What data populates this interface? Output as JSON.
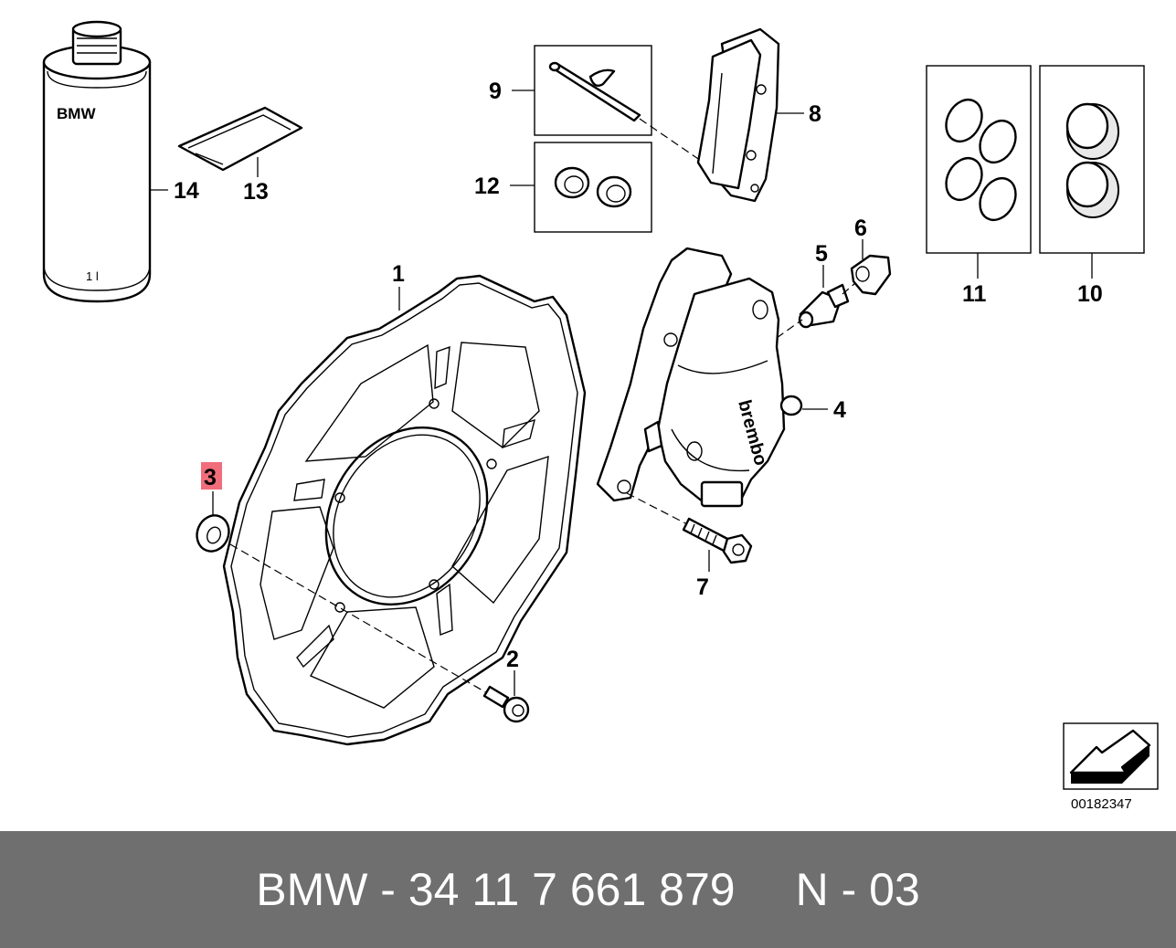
{
  "diagram": {
    "callouts": {
      "c1": "1",
      "c2": "2",
      "c3": "3",
      "c4": "4",
      "c5": "5",
      "c6": "6",
      "c7": "7",
      "c8": "8",
      "c9": "9",
      "c10": "10",
      "c11": "11",
      "c12": "12",
      "c13": "13",
      "c14": "14"
    },
    "highlighted_callout": "3",
    "highlight_color": "#ef5d6d",
    "can_brand": "BMW",
    "can_volume": "1 l",
    "caliper_brand": "brembo",
    "reference_number": "00182347",
    "icons": [
      "brake-disc-icon",
      "brake-caliper-icon",
      "brake-pads-icon",
      "brake-fluid-can-icon",
      "direction-arrow-icon"
    ]
  },
  "footer": {
    "part_number": "BMW - 34 11 7 661 879",
    "position_code": "N - 03",
    "background_color": "#6f6f6f"
  }
}
